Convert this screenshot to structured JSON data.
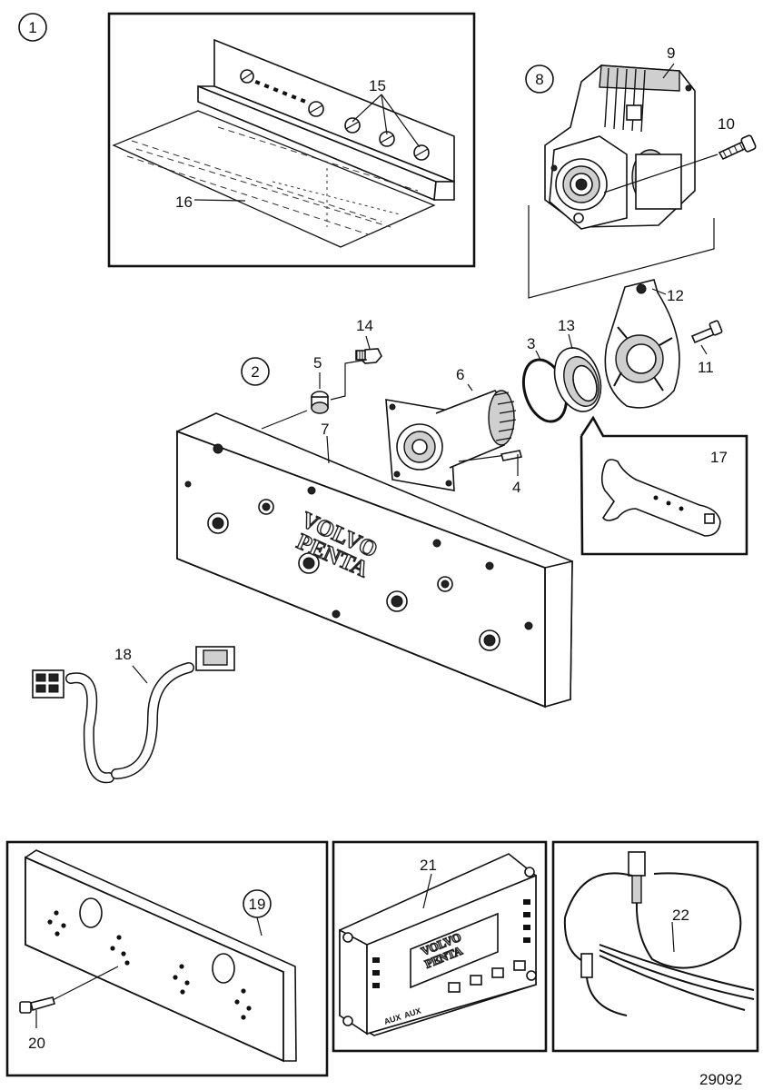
{
  "figure_number": "29092",
  "group_labels": [
    "1",
    "2",
    "8"
  ],
  "part_numbers": {
    "p3": "3",
    "p4": "4",
    "p5": "5",
    "p6": "6",
    "p7": "7",
    "p9": "9",
    "p10": "10",
    "p11": "11",
    "p12": "12",
    "p13": "13",
    "p14": "14",
    "p15": "15",
    "p16": "16",
    "p17": "17",
    "p18": "18",
    "p19": "19",
    "p20": "20",
    "p21": "21",
    "p22": "22"
  },
  "logo_text": {
    "line1": "VOLVO",
    "line2": "PENTA"
  },
  "module_print": {
    "aux1": "AUX",
    "aux2": "AUX"
  }
}
